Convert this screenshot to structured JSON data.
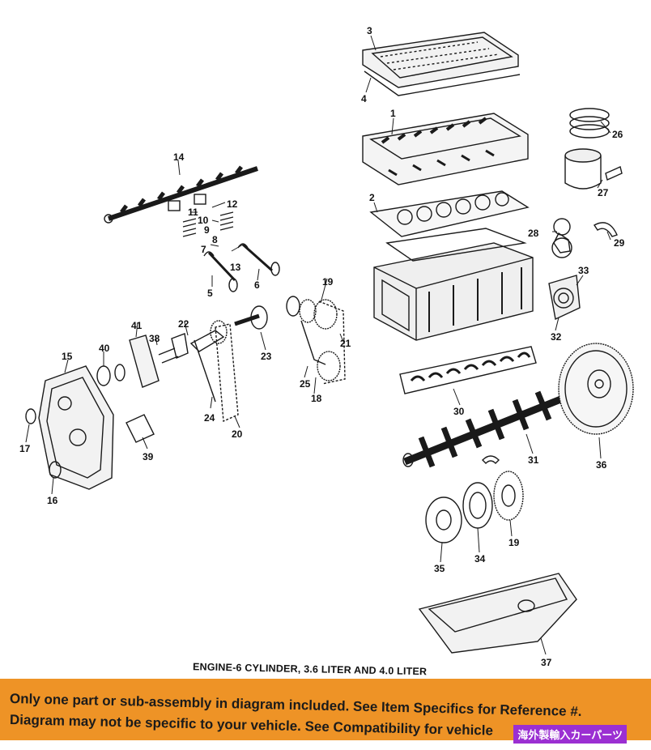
{
  "diagram": {
    "caption": "ENGINE-6 CYLINDER, 3.6 LITER AND 4.0 LITER",
    "callouts": [
      "1",
      "2",
      "3",
      "4",
      "5",
      "6",
      "7",
      "8",
      "9",
      "10",
      "11",
      "12",
      "13",
      "14",
      "15",
      "16",
      "17",
      "18",
      "19",
      "20",
      "21",
      "22",
      "23",
      "24",
      "25",
      "26",
      "27",
      "28",
      "29",
      "30",
      "31",
      "32",
      "33",
      "34",
      "35",
      "36",
      "37",
      "38",
      "39",
      "40",
      "41",
      "19"
    ]
  },
  "banner": {
    "line1": "Only one part or sub-assembly in diagram included. See Item Specifics for Reference #.",
    "line2": "Diagram may not be specific to your vehicle. See Compatibility for vehicle",
    "badge": "海外製輸入カーパーツ",
    "color": "#ee9326",
    "badge_color": "#9b2fd2"
  }
}
